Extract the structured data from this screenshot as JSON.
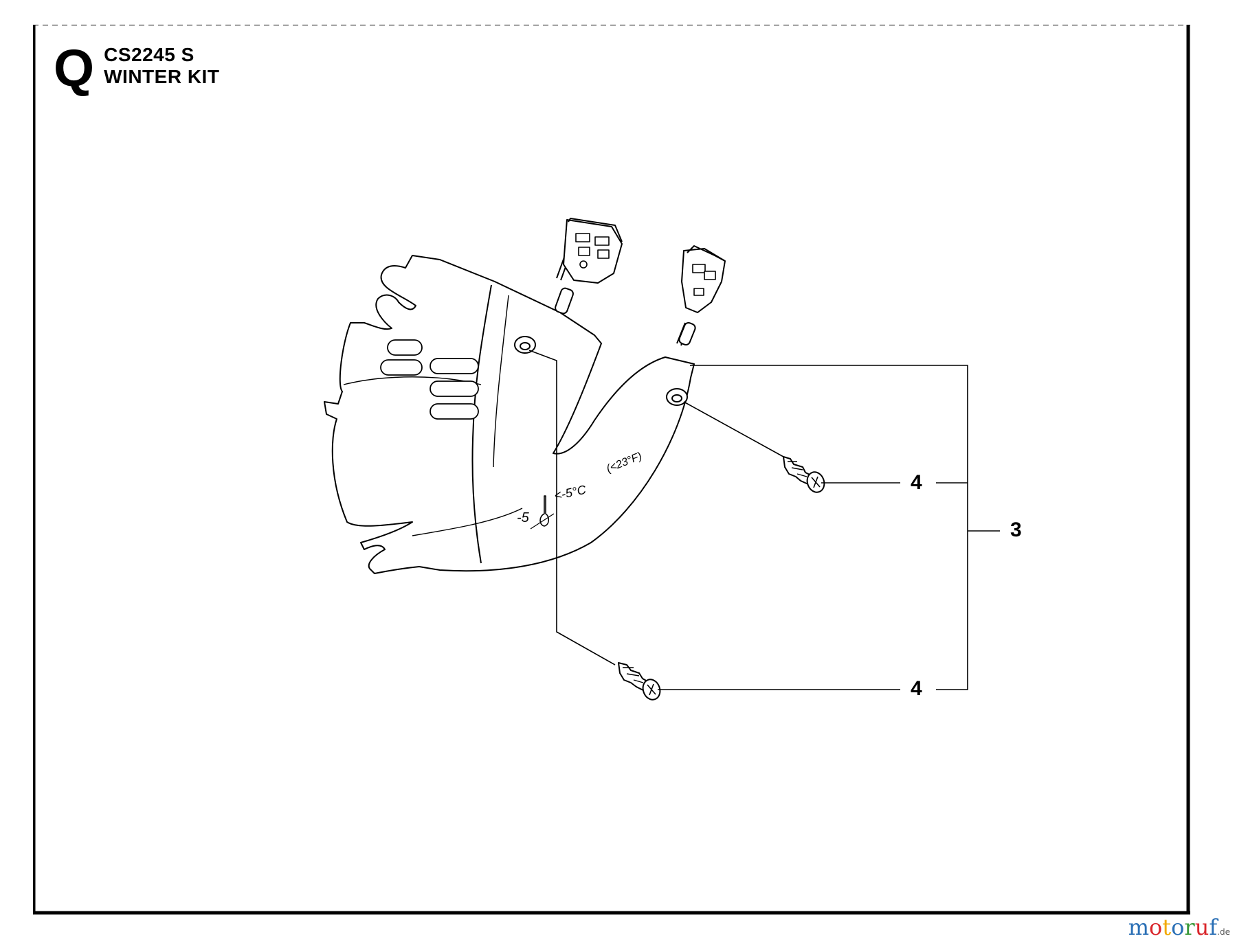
{
  "header": {
    "section_letter": "Q",
    "model": "CS2245 S",
    "kit_name": "WINTER KIT"
  },
  "callouts": {
    "screw_upper": "4",
    "screw_lower": "4",
    "assembly": "3"
  },
  "cover_markings": {
    "temp_left": "-5",
    "temp_mid": "<-5°C",
    "temp_right": "(<23°F)"
  },
  "watermark": {
    "letters": [
      "m",
      "o",
      "t",
      "o",
      "r",
      "u",
      "f"
    ],
    "letter_colors": [
      "#2a6fb5",
      "#d9262b",
      "#f2a900",
      "#2a6fb5",
      "#3a9a3a",
      "#d9262b",
      "#2a6fb5"
    ],
    "domain": ".de"
  }
}
